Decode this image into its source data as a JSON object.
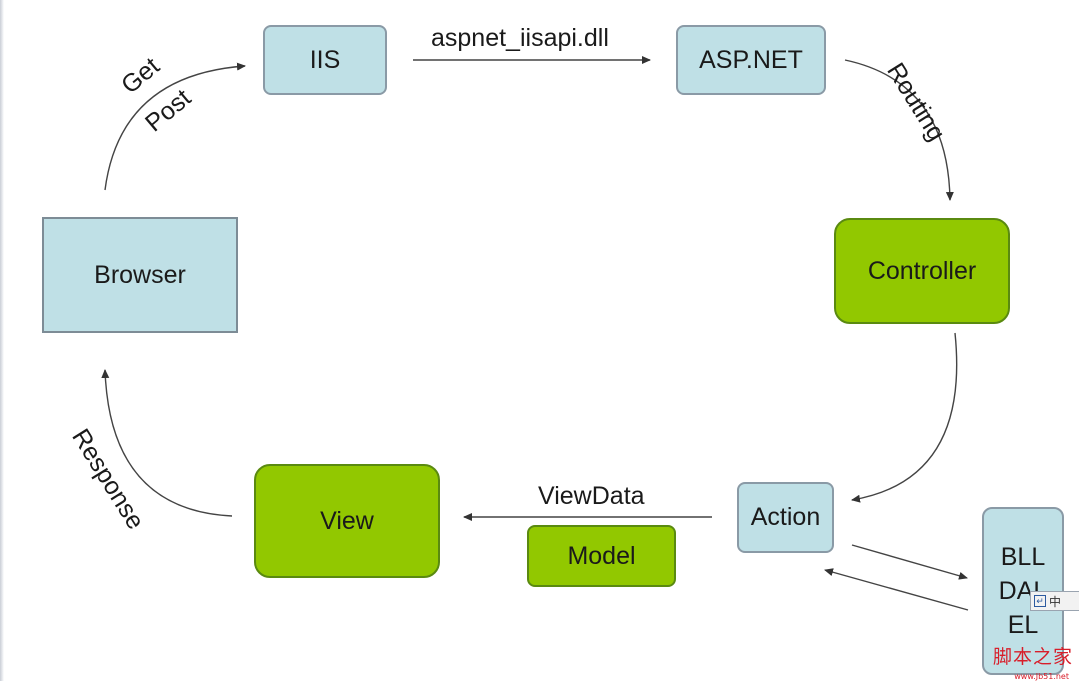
{
  "nodes": {
    "iis": "IIS",
    "aspnet": "ASP.NET",
    "controller": "Controller",
    "browser": "Browser",
    "action": "Action",
    "view": "View",
    "model": "Model",
    "layers": [
      "BLL",
      "DAL",
      "EL"
    ]
  },
  "edge_labels": {
    "get": "Get",
    "post": "Post",
    "isapi": "aspnet_iisapi.dll",
    "routing": "Routing",
    "response": "Response",
    "viewdata": "ViewData"
  },
  "ime": {
    "mode": "中"
  },
  "watermark": {
    "brand": "脚本之家",
    "url": "www.Jb51.net"
  },
  "colors": {
    "blue_node": "#bfe0e6",
    "green_node": "#92c800",
    "arrow": "#333333",
    "watermark": "#d81e2a"
  }
}
